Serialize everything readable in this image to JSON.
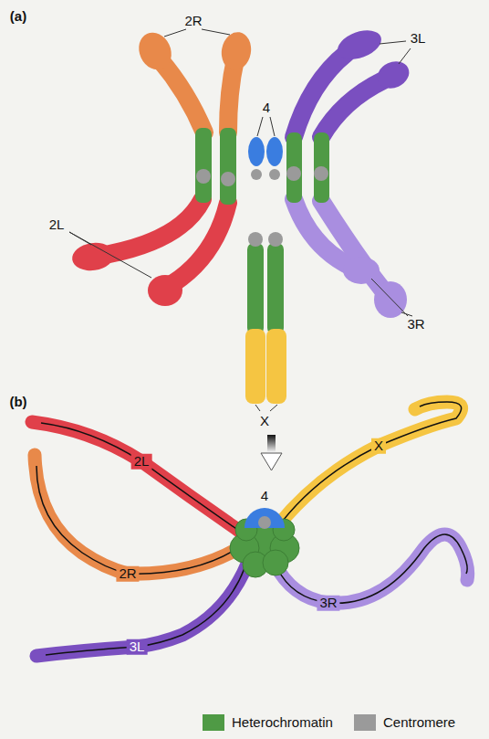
{
  "diagram": {
    "labels": [
      "(a)",
      "2R",
      "3L",
      "4",
      "2L",
      "3R",
      "X",
      "(b)",
      "2L",
      "4",
      "X",
      "2R",
      "3R",
      "3L"
    ],
    "legend": [
      {
        "text": "Heterochromatin",
        "color": "#4f9a45"
      },
      {
        "text": "Centromere",
        "color": "#9a9a9a"
      }
    ]
  }
}
